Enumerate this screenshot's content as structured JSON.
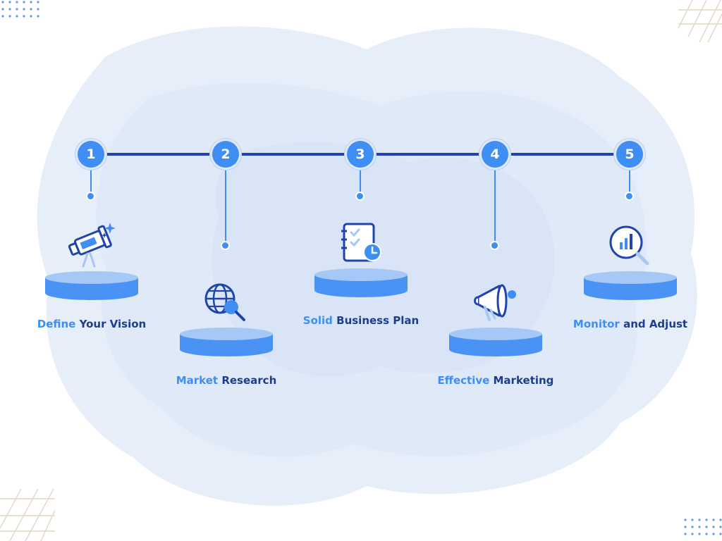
{
  "colors": {
    "accent": "#3f8ef3",
    "dark": "#1f45ab",
    "pedestal_top": "#a5c8f7",
    "pedestal_side": "#4a93f4",
    "background_cloud": "#e2ecf8"
  },
  "steps": [
    {
      "number": "1",
      "label_accent": "Define",
      "label_rest": " Your Vision",
      "icon": "telescope-icon"
    },
    {
      "number": "2",
      "label_accent": "Market",
      "label_rest": " Research",
      "icon": "globe-search-icon"
    },
    {
      "number": "3",
      "label_accent": "Solid",
      "label_rest": " Business Plan",
      "icon": "notebook-checklist-icon"
    },
    {
      "number": "4",
      "label_accent": "Effective",
      "label_rest": " Marketing",
      "icon": "megaphone-icon"
    },
    {
      "number": "5",
      "label_accent": "Monitor",
      "label_rest": " and Adjust",
      "icon": "magnifier-chart-icon"
    }
  ]
}
